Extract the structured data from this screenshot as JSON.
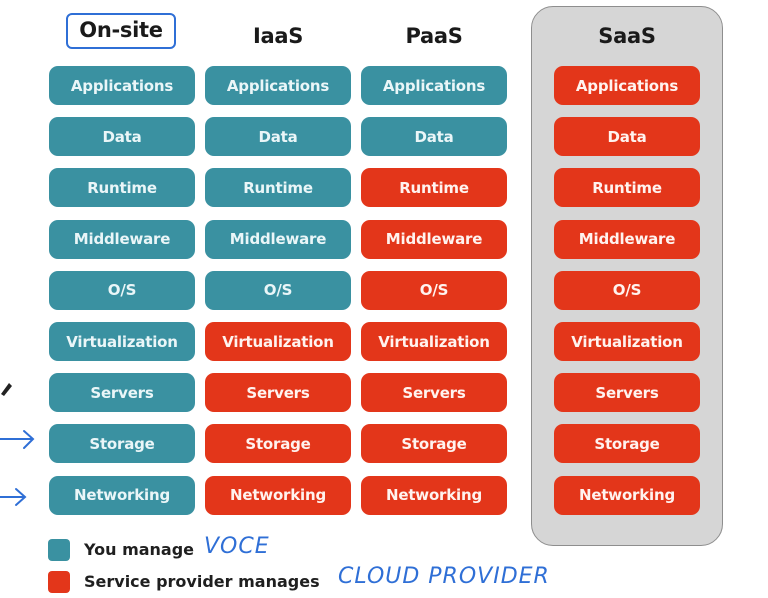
{
  "columns": [
    {
      "title": "On-site",
      "circled": true,
      "layers": [
        "you",
        "you",
        "you",
        "you",
        "you",
        "you",
        "you",
        "you",
        "you"
      ]
    },
    {
      "title": "IaaS",
      "circled": false,
      "layers": [
        "you",
        "you",
        "you",
        "you",
        "you",
        "provider",
        "provider",
        "provider",
        "provider"
      ]
    },
    {
      "title": "PaaS",
      "circled": false,
      "layers": [
        "you",
        "you",
        "provider",
        "provider",
        "provider",
        "provider",
        "provider",
        "provider",
        "provider"
      ]
    },
    {
      "title": "SaaS",
      "circled": false,
      "layers": [
        "provider",
        "provider",
        "provider",
        "provider",
        "provider",
        "provider",
        "provider",
        "provider",
        "provider"
      ]
    }
  ],
  "layer_labels": [
    "Applications",
    "Data",
    "Runtime",
    "Middleware",
    "O/S",
    "Virtualization",
    "Servers",
    "Storage",
    "Networking"
  ],
  "legend": {
    "you": {
      "label": "You manage",
      "note": "VOCE",
      "color": "#3a91a1"
    },
    "provider": {
      "label": "Service provider manages",
      "note": "CLOUD PROVIDER",
      "color": "#e3361a"
    }
  }
}
